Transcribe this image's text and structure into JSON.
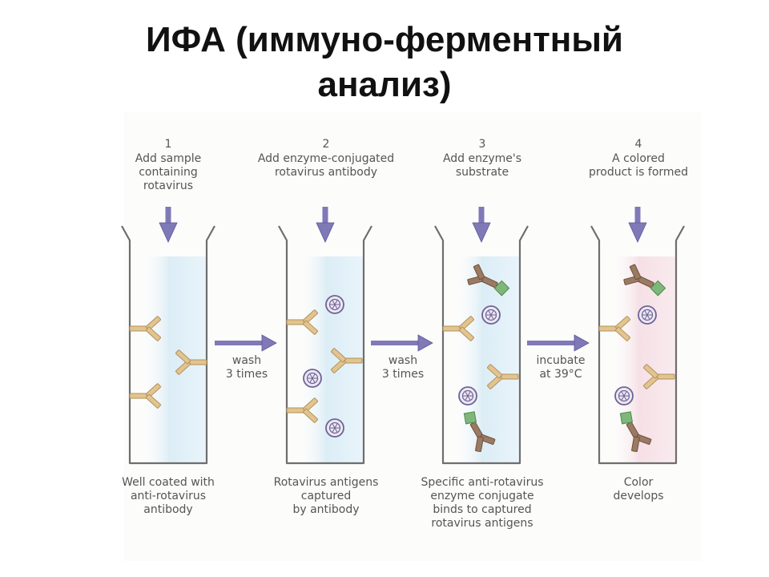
{
  "title": {
    "line1": "ИФА (иммуно-ферментный",
    "line2": "анализ)"
  },
  "steps": [
    {
      "number": "1",
      "instruction": [
        "Add sample",
        "containing",
        "rotavirus"
      ],
      "caption": [
        "Well coated with",
        "anti-rotavirus",
        "antibody"
      ]
    },
    {
      "number": "2",
      "instruction": [
        "Add enzyme-conjugated",
        "rotavirus antibody"
      ],
      "caption": [
        "Rotavirus antigens",
        "captured",
        "by antibody"
      ]
    },
    {
      "number": "3",
      "instruction": [
        "Add enzyme's",
        "substrate"
      ],
      "caption": [
        "Specific anti-rotavirus",
        "enzyme conjugate",
        "binds to captured",
        "rotavirus antigens"
      ]
    },
    {
      "number": "4",
      "instruction": [
        "A colored",
        "product is formed"
      ],
      "caption": [
        "Color",
        "develops"
      ]
    }
  ],
  "transitions": [
    {
      "label": [
        "wash",
        "3 times"
      ]
    },
    {
      "label": [
        "wash",
        "3 times"
      ]
    },
    {
      "label": [
        "incubate",
        "at 39°C"
      ]
    }
  ],
  "colors": {
    "arrow": "#8079b8",
    "arrow_stroke": "#5d5799",
    "well_wall": "#6e6e6e",
    "capture_antibody": "#e3c48f",
    "capture_antibody_stroke": "#b0925c",
    "enzyme_antibody": "#9b7a62",
    "enzyme_antibody_stroke": "#6e5040",
    "enzyme": "#7fb77a",
    "antigen_fill": "#ece7f3",
    "antigen_stroke": "#6d6394",
    "solution_blue": "#d8ecf6",
    "solution_pink": "#f6dde4"
  },
  "icons": [
    "down-arrow-icon",
    "right-arrow-icon",
    "antibody-icon",
    "antigen-icon",
    "enzyme-icon"
  ]
}
